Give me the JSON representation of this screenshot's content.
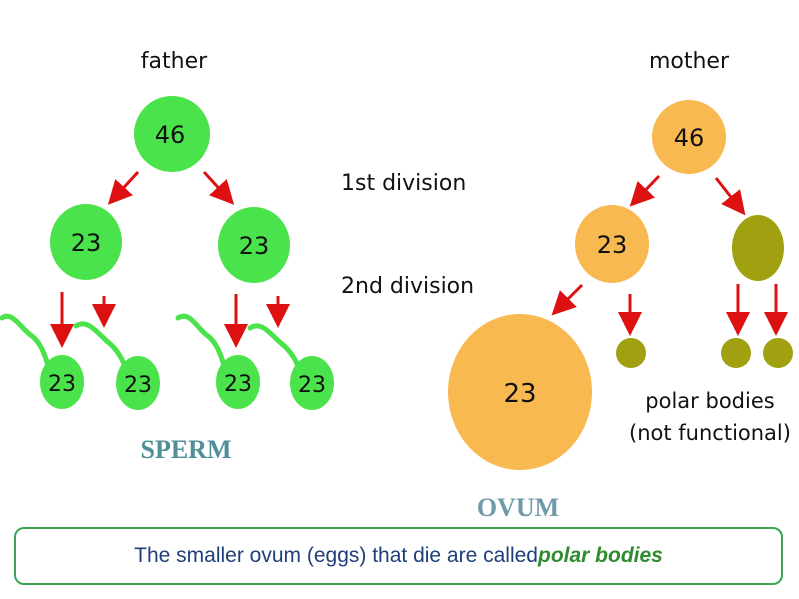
{
  "labels": {
    "father": "father",
    "mother": "mother",
    "first_division": "1st division",
    "second_division": "2nd division",
    "sperm": "SPERM",
    "ovum": "OVUM",
    "polar_bodies_line1": "polar bodies",
    "polar_bodies_line2": "(not functional)"
  },
  "chromosomes": {
    "father_cell": "46",
    "mother_cell": "46",
    "father_secondary_left": "23",
    "father_secondary_right": "23",
    "mother_secondary": "23",
    "sperm_1": "23",
    "sperm_2": "23",
    "sperm_3": "23",
    "sperm_4": "23",
    "ovum": "23"
  },
  "caption": {
    "text": "The smaller ovum (eggs) that die are called ",
    "emphasis": "polar bodies"
  },
  "colors": {
    "sperm_cell": "#4be34b",
    "ovum_cell": "#f8b950",
    "polar_body": "#a0a010",
    "arrow": "#dd1111",
    "caption_border": "#3aa655",
    "caption_text": "#1f3f7a",
    "caption_emphasis": "#2e8b2e",
    "sperm_label": "#4f8f96",
    "ovum_label": "#6f9aa8"
  }
}
